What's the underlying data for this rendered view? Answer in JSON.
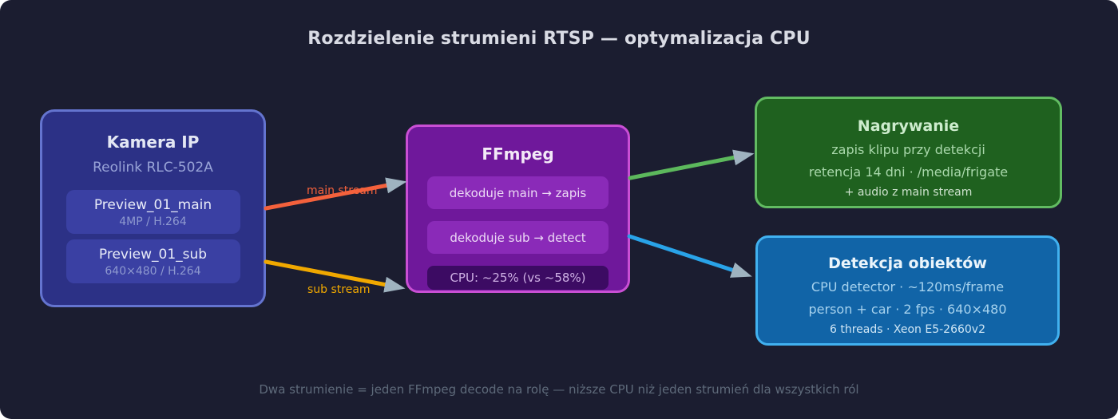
{
  "title": "Rozdzielenie strumieni RTSP — optymalizacja CPU",
  "footer": "Dwa strumienie = jeden FFmpeg decode na rolę — niższe CPU niż jeden strumień dla wszystkich ról",
  "camera": {
    "title": "Kamera IP",
    "subtitle": "Reolink RLC-502A",
    "streams": [
      {
        "name": "Preview_01_main",
        "spec": "4MP / H.264"
      },
      {
        "name": "Preview_01_sub",
        "spec": "640×480 / H.264"
      }
    ]
  },
  "ffmpeg": {
    "title": "FFmpeg",
    "tasks": [
      "dekoduje main → zapis",
      "dekoduje sub → detect"
    ],
    "cpu": "CPU: ~25% (vs ~58%)"
  },
  "recording": {
    "title": "Nagrywanie",
    "lines": [
      "zapis klipu przy detekcji",
      "retencja 14 dni · /media/frigate"
    ],
    "note": "+ audio z main stream"
  },
  "detection": {
    "title": "Detekcja obiektów",
    "lines": [
      "CPU detector · ~120ms/frame",
      "person + car · 2 fps · 640×480"
    ],
    "note": "6 threads · Xeon E5-2660v2"
  },
  "arrows": {
    "main": {
      "label": "main stream",
      "color": "#f4613c"
    },
    "sub": {
      "label": "sub stream",
      "color": "#f0a800"
    },
    "record": {
      "color": "#5cb85c"
    },
    "detect": {
      "color": "#29a3e8"
    },
    "head_color": "#9fb3c0"
  },
  "palette": {
    "background": "#1b1d30",
    "camera_fill": "#2c3186",
    "camera_border": "#6474cf",
    "ffmpeg_fill": "#6f189b",
    "ffmpeg_border": "#c94fd4",
    "recording_fill": "#1f611f",
    "recording_border": "#62bc62",
    "detection_fill": "#1164a7",
    "detection_border": "#41b1f0"
  }
}
